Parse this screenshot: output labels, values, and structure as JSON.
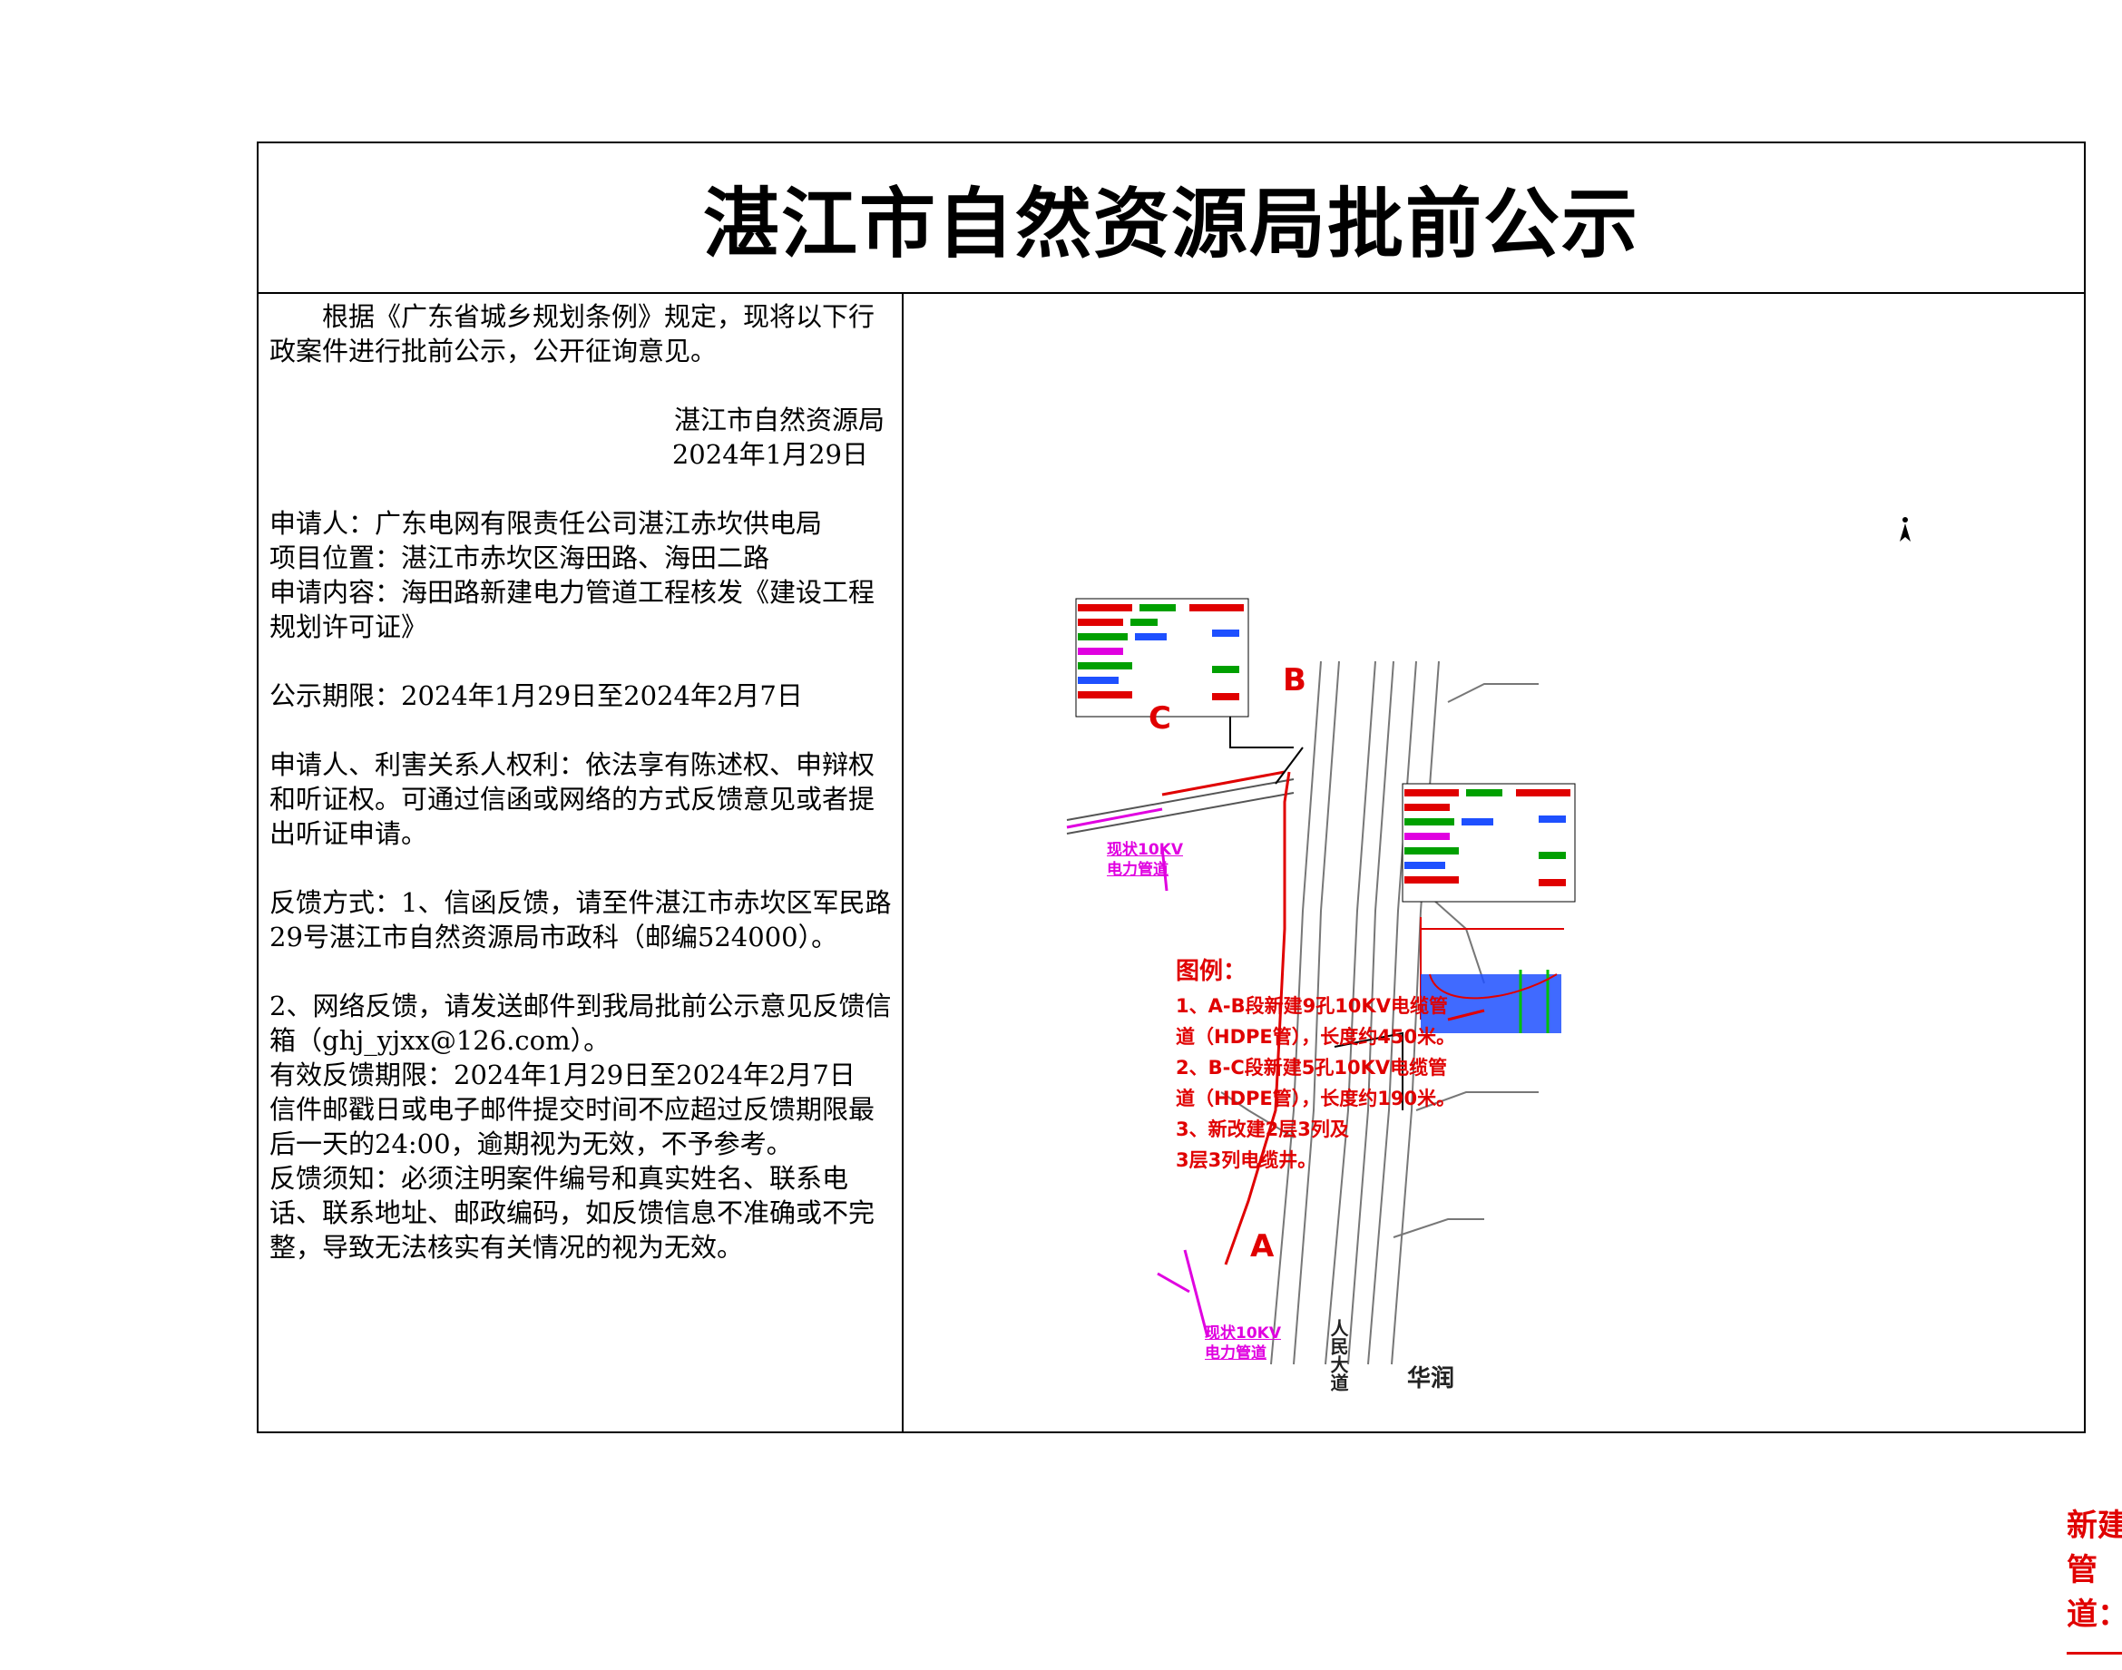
{
  "title": "湛江市自然资源局批前公示",
  "notice": {
    "intro": "根据《广东省城乡规划条例》规定，现将以下行政案件进行批前公示，公开征询意见。",
    "issuer": "湛江市自然资源局",
    "date": "2024年1月29日",
    "applicant": "申请人：广东电网有限责任公司湛江赤坎供电局",
    "location": "项目位置：湛江市赤坎区海田路、海田二路",
    "content": "申请内容：海田路新建电力管道工程核发《建设工程规划许可证》",
    "period": "公示期限：2024年1月29日至2024年2月7日",
    "rights": "申请人、利害关系人权利：依法享有陈述权、申辩权和听证权。可通过信函或网络的方式反馈意见或者提出听证申请。",
    "feedback_mail": "反馈方式：1、信函反馈，请至件湛江市赤坎区军民路29号湛江市自然资源局市政科（邮编524000）。",
    "feedback_online": "2、网络反馈，请发送邮件到我局批前公示意见反馈信箱（ghj_yjxx@126.com）。",
    "valid_period": "有效反馈期限：2024年1月29日至2024年2月7日",
    "postmark": "信件邮戳日或电子邮件提交时间不应超过反馈期限最后一天的24:00，逾期视为无效，不予参考。",
    "notes": "反馈须知：必须注明案件编号和真实姓名、联系电话、联系地址、邮政编码，如反馈信息不准确或不完整，导致无法核实有关情况的视为无效。"
  },
  "map": {
    "legend_title": "图例：",
    "legend_items": [
      "1、A-B段新建9孔10KV电缆管",
      "道（HDPE管），长度约450米。",
      "2、B-C段新建5孔10KV电缆管",
      "道（HDPE管），长度约190米。",
      "3、新改建2层3列及",
      "3层3列电缆井。"
    ],
    "point_a": "A",
    "point_b": "B",
    "point_c": "C",
    "existing_line_1": "现状10KV",
    "existing_line_2": "电力管道",
    "road_people": "人民大道",
    "road_huarun": "华润",
    "new_pipe_label": "新建管道：",
    "colors": {
      "new_pipe": "#e00000",
      "existing_pipe": "#e000e0",
      "road_line": "#777777",
      "section_fill": "#1e50ff",
      "green_cable": "#00a000"
    }
  }
}
